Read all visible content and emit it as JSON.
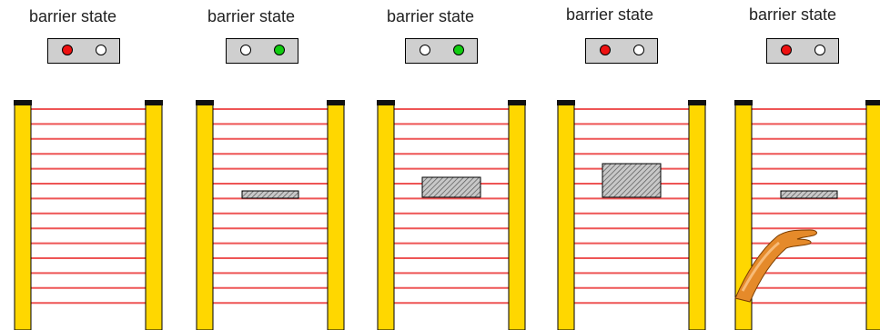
{
  "colors": {
    "on_red": "#ee1111",
    "on_green": "#11cc11",
    "off": "#ffffff",
    "beam": "#ee5555",
    "post": "#ffd700",
    "post_cap": "#111111",
    "indicator_bg": "#cfcfcf",
    "object_fill": "#c8c8c8"
  },
  "beam_count": 14,
  "panels": [
    {
      "title": "barrier state",
      "left_led": "on_red",
      "right_led": "off",
      "object": "none"
    },
    {
      "title": "barrier state",
      "left_led": "off",
      "right_led": "on_green",
      "object": "thin-bar"
    },
    {
      "title": "barrier state",
      "left_led": "off",
      "right_led": "on_green",
      "object": "medium-box"
    },
    {
      "title": "barrier state",
      "left_led": "on_red",
      "right_led": "off",
      "object": "large-box"
    },
    {
      "title": "barrier state",
      "left_led": "on_red",
      "right_led": "off",
      "object": "thin-bar-with-hand"
    }
  ]
}
